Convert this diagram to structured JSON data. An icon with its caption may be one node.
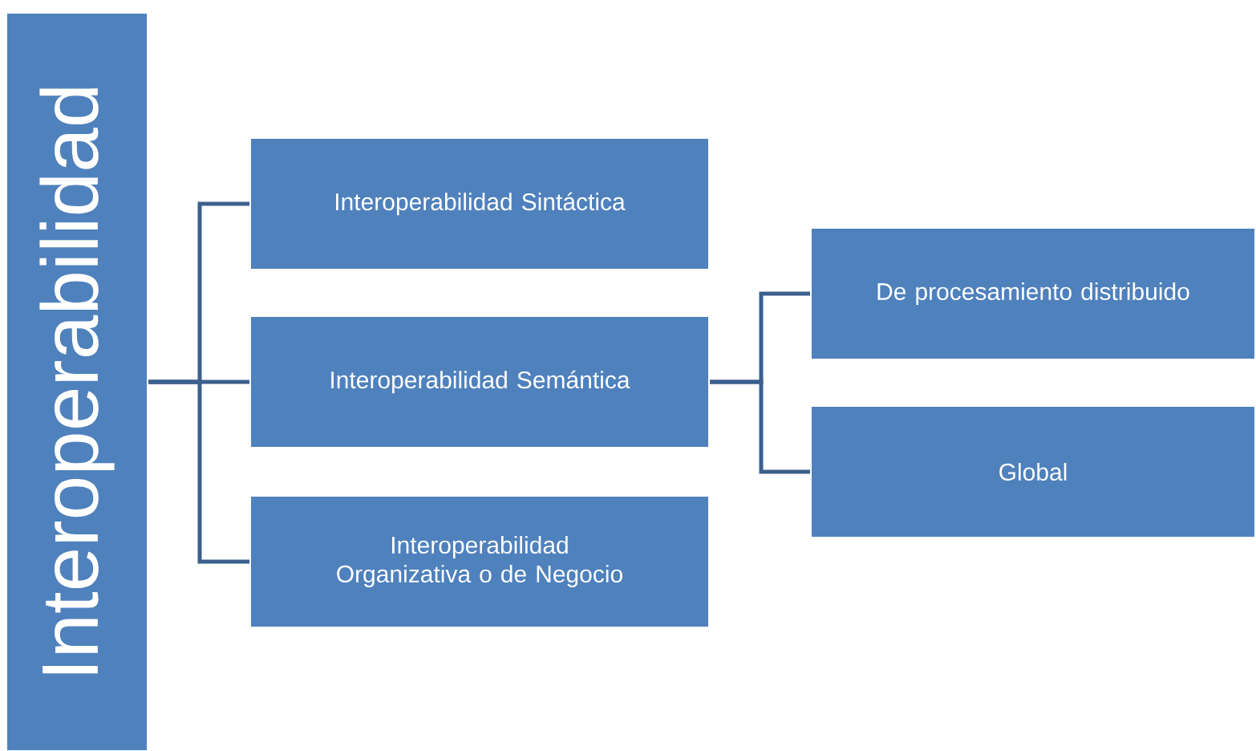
{
  "diagram": {
    "nodes": [
      {
        "text": [
          "Interoperabilidad"
        ]
      },
      {
        "text": [
          "Interoperabilidad Sintáctica"
        ]
      },
      {
        "text": [
          "Interoperabilidad Semántica"
        ]
      },
      {
        "text": [
          "Interoperabilidad Organizativa o de Negocio"
        ]
      },
      {
        "text": [
          "De procesamiento distribuido"
        ]
      },
      {
        "text": [
          "Global"
        ]
      }
    ],
    "edges": [
      {
        "from": 0,
        "to": 1,
        "arrow": "none"
      },
      {
        "from": 0,
        "to": 2,
        "arrow": "none"
      },
      {
        "from": 0,
        "to": 3,
        "arrow": "none"
      },
      {
        "from": 2,
        "to": 4,
        "arrow": "none"
      },
      {
        "from": 2,
        "to": 5,
        "arrow": "none"
      }
    ]
  }
}
